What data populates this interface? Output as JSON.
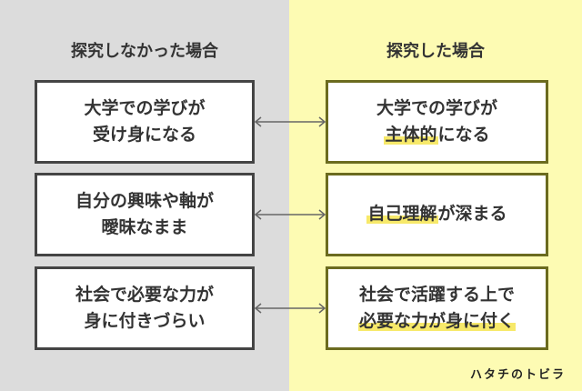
{
  "left": {
    "title": "探究しなかった場合",
    "items": [
      {
        "line1": "大学での学びが",
        "line2": "受け身になる"
      },
      {
        "line1": "自分の興味や軸が",
        "line2": "曖昧なまま"
      },
      {
        "line1": "社会で必要な力が",
        "line2": "身に付きづらい"
      }
    ]
  },
  "right": {
    "title": "探究した場合",
    "items": [
      {
        "line1": "大学での学びが",
        "line2_hl": "主体的",
        "line2_rest": "になる"
      },
      {
        "line1_hl": "自己理解",
        "line1_rest": "が深まる"
      },
      {
        "line1": "社会で活躍する上で",
        "line2_hl": "必要な力が身に付く"
      }
    ]
  },
  "logo": "ハタチのトビラ",
  "colors": {
    "left_bg": "#dcdcdc",
    "right_bg": "#fdfbb3",
    "highlight": "#f7e96a"
  }
}
